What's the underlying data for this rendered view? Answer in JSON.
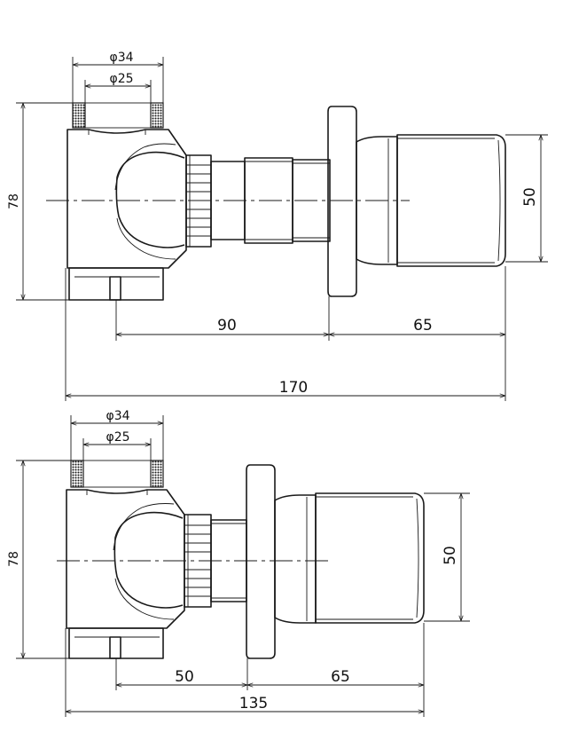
{
  "views": [
    {
      "id": "top",
      "dims": {
        "diam_outer": "φ34",
        "diam_inner": "φ25",
        "height": "78",
        "handle": "50",
        "body_to_flange": "90",
        "flange_to_end": "65",
        "overall": "170"
      }
    },
    {
      "id": "bottom",
      "dims": {
        "diam_outer": "φ34",
        "diam_inner": "φ25",
        "height": "78",
        "handle": "50",
        "body_to_flange": "50",
        "flange_to_end": "65",
        "overall": "135"
      }
    }
  ],
  "colors": {
    "line": "#1a1a1a",
    "background": "#ffffff"
  }
}
